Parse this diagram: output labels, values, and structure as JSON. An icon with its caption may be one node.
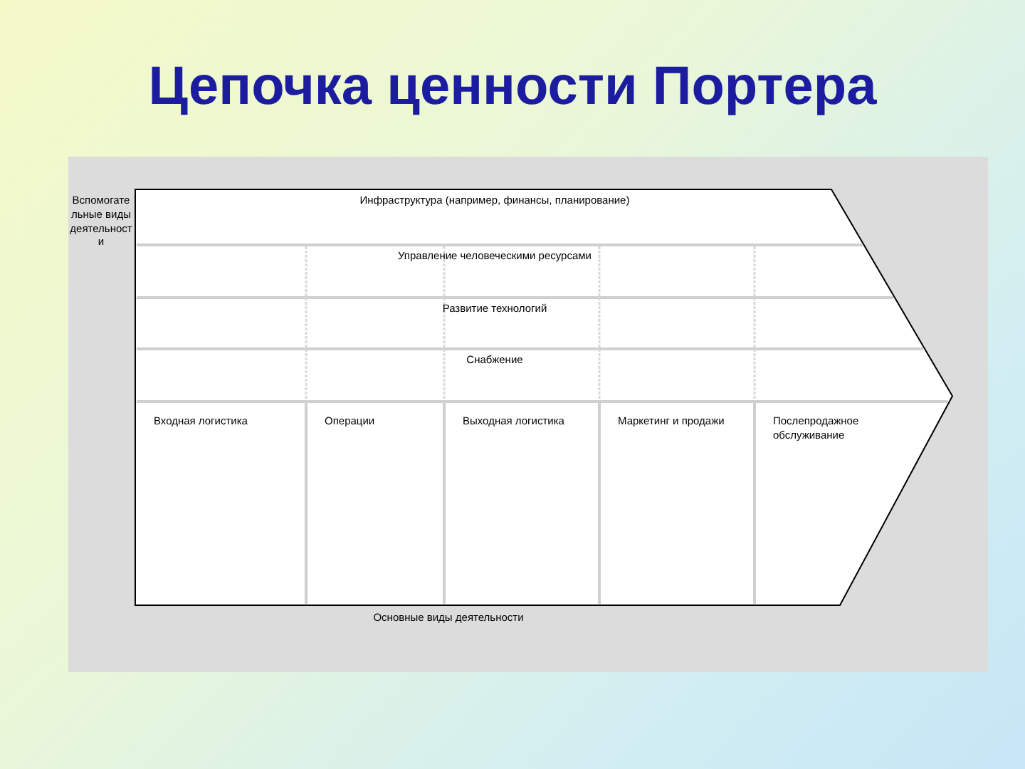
{
  "diagram": {
    "title": "Цепочка ценности Портера",
    "nodes": [
      {
        "text": [],
        "shape": "arrow"
      },
      {
        "text": [
          "Инфраструктура (например, финансы, планирование)"
        ],
        "in": 0
      },
      {
        "text": [
          "Управление человеческими ресурсами"
        ],
        "in": 0
      },
      {
        "text": [
          "Развитие технологий"
        ],
        "in": 0
      },
      {
        "text": [
          "Снабжение"
        ],
        "in": 0
      },
      {
        "text": [
          "Входная логистика"
        ],
        "in": 0
      },
      {
        "text": [
          "Операции"
        ],
        "in": 0
      },
      {
        "text": [
          "Выходная логистика"
        ],
        "in": 0
      },
      {
        "text": [
          "Маркетинг и продажи"
        ],
        "in": 0
      },
      {
        "text": [
          "Послепродажное обслуживание"
        ],
        "in": 0
      }
    ],
    "edges": [],
    "labels": [
      "Вспомогательные виды деятельности",
      "Основные виды деятельности"
    ]
  }
}
